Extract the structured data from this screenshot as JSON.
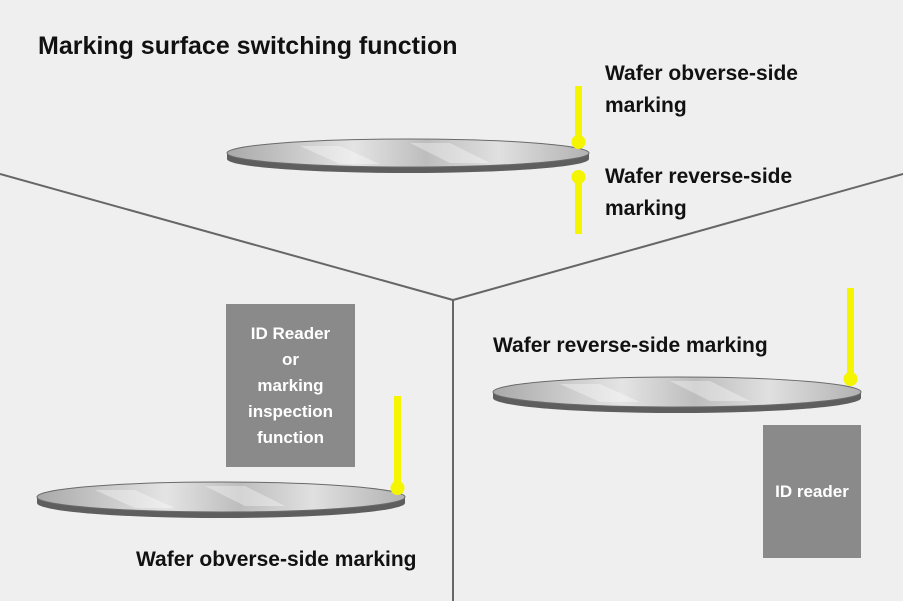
{
  "title": "Marking surface switching function",
  "top_panel": {
    "label_obverse": "Wafer obverse-side marking",
    "label_reverse": "Wafer reverse-side marking"
  },
  "left_panel": {
    "box_lines": [
      "ID Reader",
      "or",
      "marking",
      "inspection",
      "function"
    ],
    "label": "Wafer obverse-side marking"
  },
  "right_panel": {
    "label": "Wafer reverse-side marking",
    "box_label": "ID reader"
  },
  "colors": {
    "background": "#efefef",
    "divider": "#666666",
    "laser": "#f5f500",
    "box": "#8a8a8a",
    "wafer_edge": "#5e5e5e"
  }
}
